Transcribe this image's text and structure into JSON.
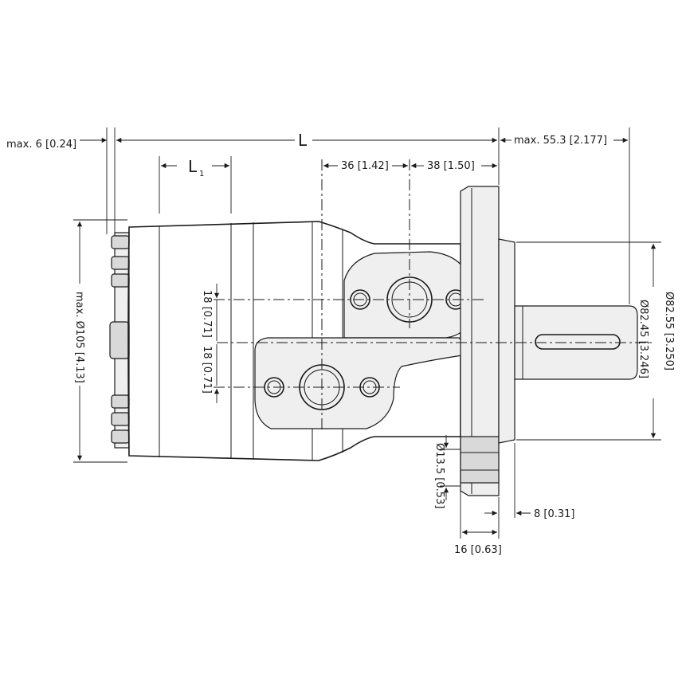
{
  "dimensions": {
    "max_6": "max. 6 [0.24]",
    "L": "L",
    "L1": "L",
    "L1_sub": "1",
    "max_55_3": "max. 55.3 [2.177]",
    "d36": "36 [1.42]",
    "d38": "38 [1.50]",
    "max_dia105": "max. Ø105 [4.13]",
    "d18_top": "18 [0.71]",
    "d18_bottom": "18 [0.71]",
    "dia82_55": "Ø82.55 [3.250]",
    "dia82_45": "Ø82.45 [3.246]",
    "dia13_5": "Ø13.5 [0.53]",
    "d8": "8 [0.31]",
    "d16": "16 [0.63]"
  }
}
